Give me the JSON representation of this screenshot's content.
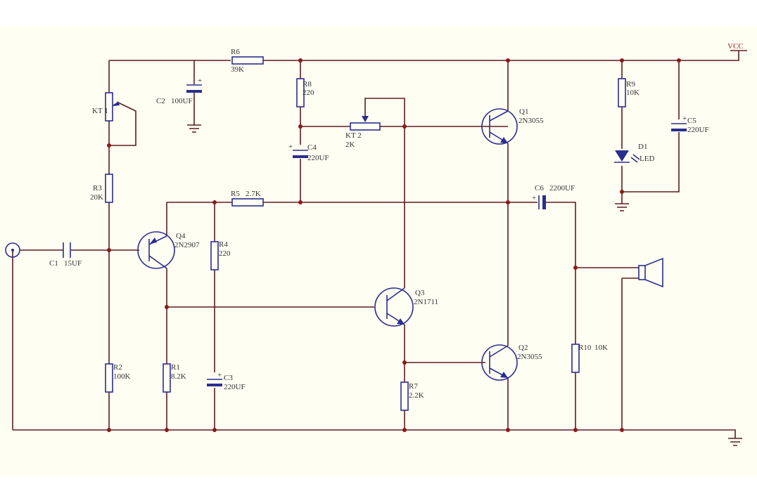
{
  "power": {
    "vcc": "VCC"
  },
  "components": {
    "R6": {
      "ref": "R6",
      "value": "39K"
    },
    "C2": {
      "ref": "C2",
      "value": "100UF"
    },
    "R8": {
      "ref": "R8",
      "value": "220"
    },
    "KT2": {
      "ref": "KT 2",
      "value": "2K"
    },
    "C4": {
      "ref": "C4",
      "value": "220UF"
    },
    "Q1": {
      "ref": "Q1",
      "value": "2N3055"
    },
    "R9": {
      "ref": "R9",
      "value": "10K"
    },
    "C5": {
      "ref": "C5",
      "value": "220UF"
    },
    "D1": {
      "ref": "D1",
      "value": "LED"
    },
    "KT1": {
      "ref": "KT 1"
    },
    "R3": {
      "ref": "R3",
      "value": "20K"
    },
    "R5": {
      "ref": "R5",
      "value": "2.7K"
    },
    "C6": {
      "ref": "C6",
      "value": "2200UF"
    },
    "Q4": {
      "ref": "Q4",
      "value": "2N2907"
    },
    "R4": {
      "ref": "R4",
      "value": "220"
    },
    "C1": {
      "ref": "C1",
      "value": "15UF"
    },
    "Q3": {
      "ref": "Q3",
      "value": "2N1711"
    },
    "R10": {
      "ref": "R10",
      "value": "10K"
    },
    "Q2": {
      "ref": "Q2",
      "value": "2N3055"
    },
    "R2": {
      "ref": "R2",
      "value": "100K"
    },
    "R1": {
      "ref": "R1",
      "value": "8.2K"
    },
    "C3": {
      "ref": "C3",
      "value": "220UF"
    },
    "R7": {
      "ref": "R7",
      "value": "2.2K"
    }
  },
  "colors": {
    "wire": "#5b1d1d",
    "component": "#2a2d8f",
    "junction": "#8a1a1a",
    "paper": "#fffef3"
  }
}
